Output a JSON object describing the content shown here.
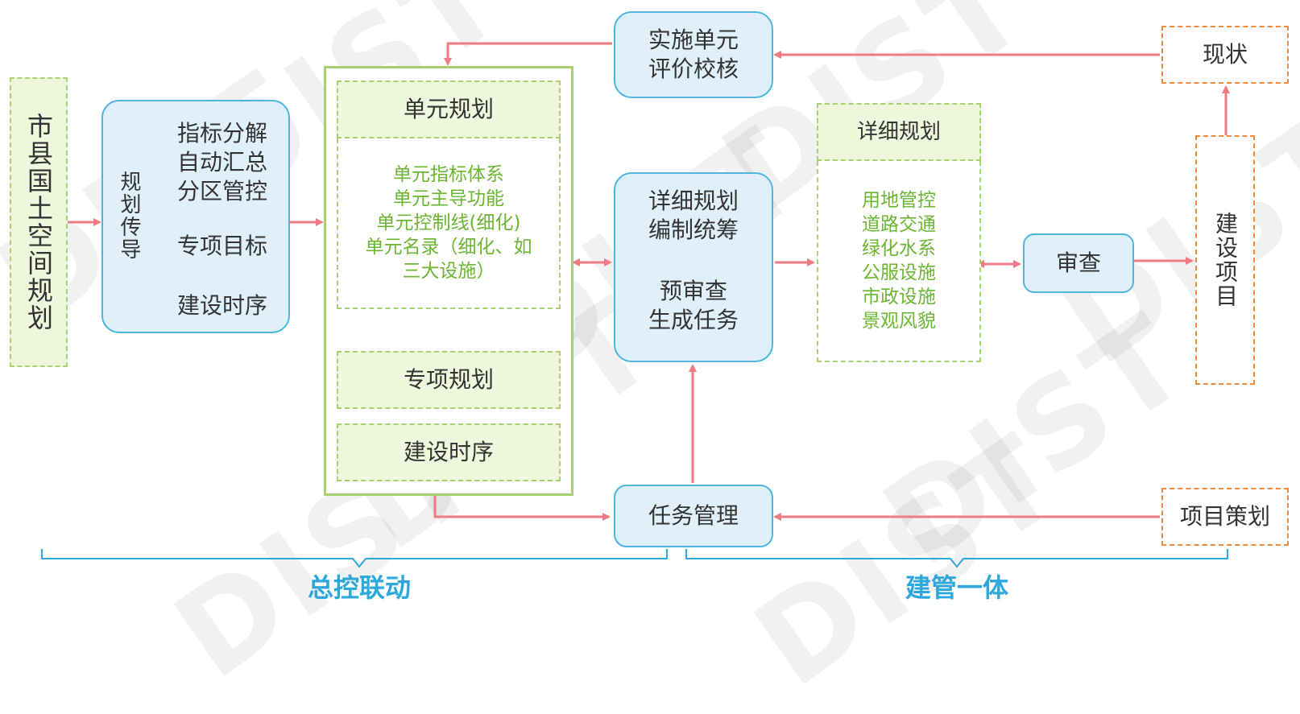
{
  "nodes": {
    "national_plan": {
      "label": "市县国土空间规划"
    },
    "plan_guide": {
      "side_label": "规划传导",
      "group1": [
        "指标分解",
        "自动汇总",
        "分区管控"
      ],
      "group2": "专项目标",
      "group3": "建设时序"
    },
    "unit_plan": {
      "title": "单元规划",
      "items": [
        "单元指标体系",
        "单元主导功能",
        "单元控制线(细化)",
        "单元名录（细化、如",
        "三大设施）"
      ]
    },
    "special_plan": {
      "label": "专项规划"
    },
    "build_sequence": {
      "label": "建设时序"
    },
    "unit_eval": {
      "lines": [
        "实施单元",
        "评价校核"
      ]
    },
    "detail_coord": {
      "upper": [
        "详细规划",
        "编制统筹"
      ],
      "lower": [
        "预审查",
        "生成任务"
      ]
    },
    "task_mgmt": {
      "label": "任务管理"
    },
    "detail_plan": {
      "title": "详细规划",
      "items": [
        "用地管控",
        "道路交通",
        "绿化水系",
        "公服设施",
        "市政设施",
        "景观风貌"
      ]
    },
    "review": {
      "label": "审查"
    },
    "status": {
      "label": "现状"
    },
    "construction": {
      "label": "建设项目"
    },
    "project_plan": {
      "label": "项目策划"
    }
  },
  "brackets": {
    "left": "总控联动",
    "right": "建管一体"
  },
  "watermark": "DIST",
  "colors": {
    "arrow": "#ee7c82",
    "blue_border": "#4fb6e3",
    "blue_fill": "#dff0fa",
    "green_border": "#a9d073",
    "green_fill": "#eef6db",
    "green_text": "#6bb632",
    "orange_border": "#f08a3c",
    "bracket": "#2ea8dc"
  }
}
